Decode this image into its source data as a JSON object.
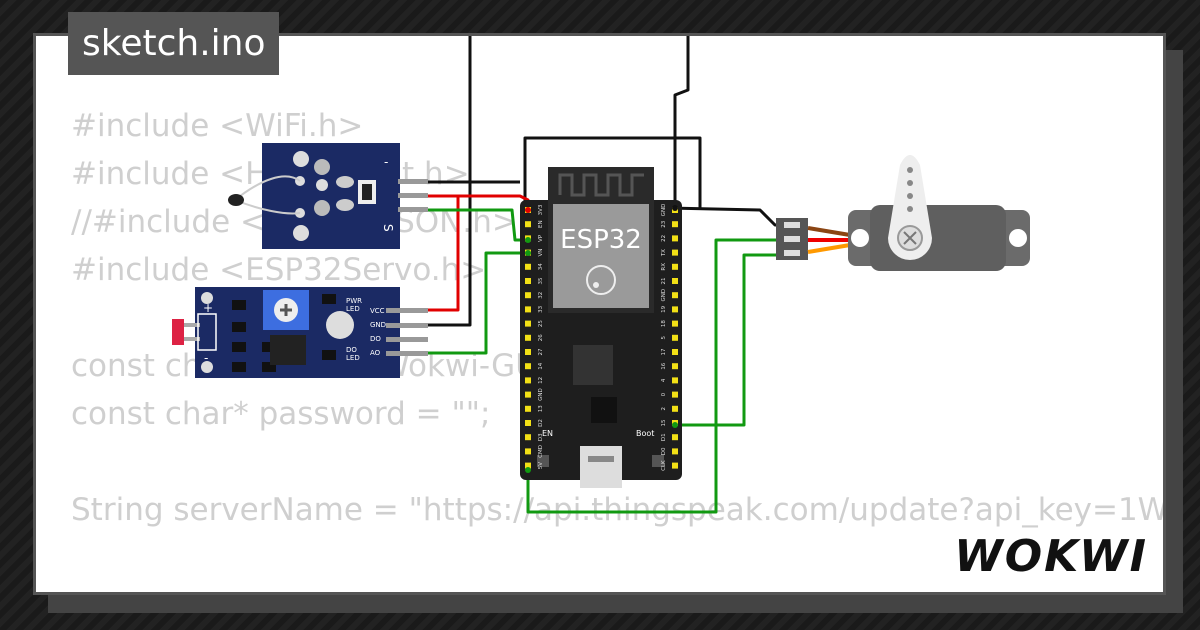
{
  "file_name": "sketch.ino",
  "code_lines": [
    "#include <WiFi.h>",
    "#include <HTTPClient.h>",
    "//#include <ArduinoJSON.h>",
    "#include <ESP32Servo.h>",
    "",
    "const char* ssid = \"Wokwi-GUEST\";",
    "const char* password = \"\";",
    "",
    "String serverName = \"https://api.thingspeak.com/update?api_key=1W..."
  ],
  "brand": "WOKWI",
  "board": {
    "label": "ESP32",
    "en_label": "EN",
    "boot_label": "Boot",
    "left_pins": [
      "3V3",
      "EN",
      "VP",
      "VN",
      "34",
      "35",
      "32",
      "33",
      "25",
      "26",
      "27",
      "14",
      "12",
      "GND",
      "13",
      "D2",
      "D3",
      "CMD",
      "5V"
    ],
    "right_pins": [
      "GND",
      "23",
      "22",
      "TX",
      "RX",
      "21",
      "GND",
      "19",
      "18",
      "5",
      "17",
      "16",
      "4",
      "0",
      "2",
      "15",
      "D1",
      "D0",
      "CLK"
    ]
  },
  "ldr_module": {
    "pin_labels": [
      "VCC",
      "GND",
      "DO",
      "AO"
    ],
    "pwr_led": "PWR\nLED",
    "do_led": "DO\nLED",
    "plus": "+",
    "minus": "-"
  },
  "ntc_module": {
    "minus": "-",
    "s": "S"
  },
  "colors": {
    "wire_red": "#e10000",
    "wire_black": "#111111",
    "wire_green": "#119911",
    "board_dark": "#1e1e1e",
    "module_blue": "#1b2a64",
    "pin_yellow": "#f2e016",
    "servo_gray": "#6b6b6b"
  }
}
